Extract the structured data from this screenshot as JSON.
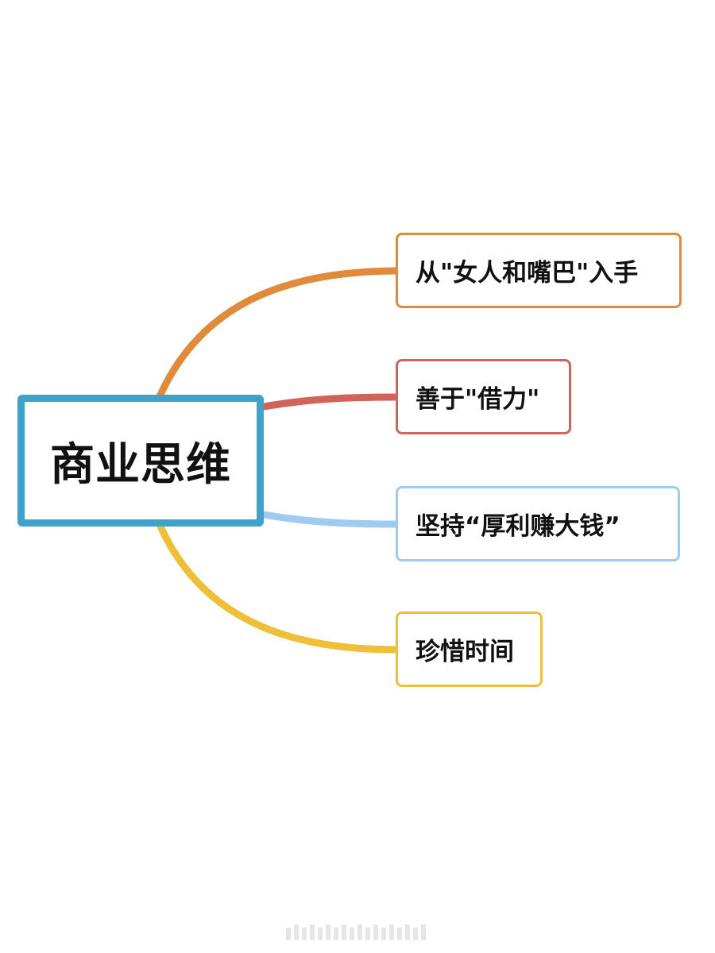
{
  "central": {
    "label": "商业思维",
    "color": "#3da3cb"
  },
  "branches": [
    {
      "label": "从\"女人和嘴巴\"入手",
      "color": "#e08a3c"
    },
    {
      "label": "善于\"借力\"",
      "color": "#d0645a"
    },
    {
      "label": "坚持“厚利赚大钱”",
      "color": "#9fcbef"
    },
    {
      "label": "珍惜时间",
      "color": "#efbf3a"
    }
  ]
}
